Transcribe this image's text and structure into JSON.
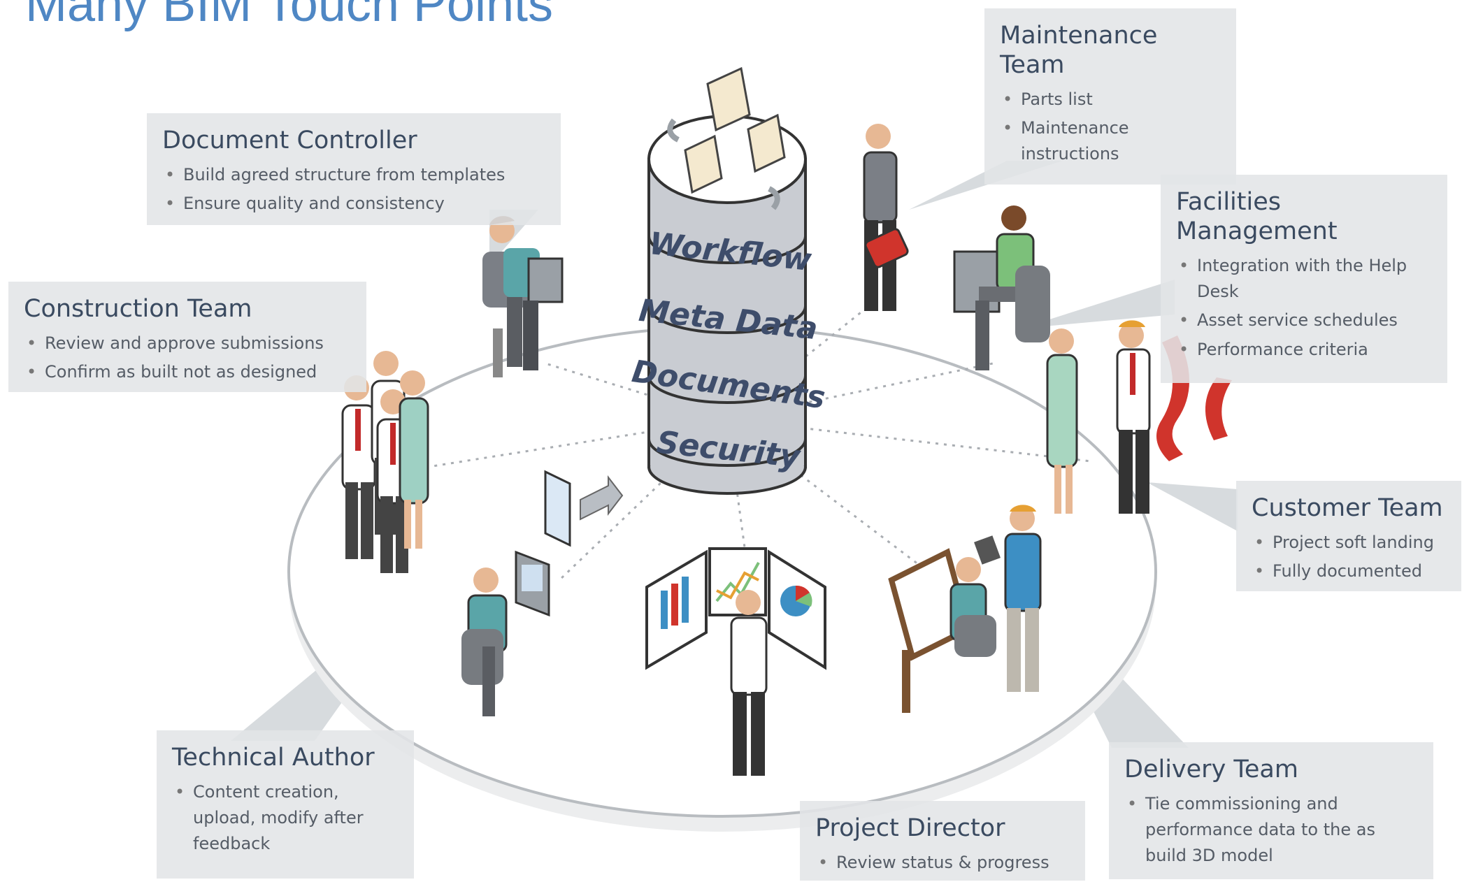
{
  "title": "Many BIM Touch Points",
  "hub": {
    "layers": [
      "Workflow",
      "Meta Data",
      "Documents",
      "Security"
    ]
  },
  "roles": {
    "document_controller": {
      "heading": "Document Controller",
      "bullets": [
        "Build agreed structure from templates",
        "Ensure quality and consistency"
      ]
    },
    "construction_team": {
      "heading": "Construction Team",
      "bullets": [
        "Review and approve submissions",
        "Confirm as built not as designed"
      ]
    },
    "maintenance_team": {
      "heading": "Maintenance Team",
      "bullets": [
        "Parts list",
        "Maintenance instructions"
      ]
    },
    "facilities_management": {
      "heading": "Facilities Management",
      "bullets": [
        "Integration with the Help Desk",
        "Asset service schedules",
        "Performance criteria"
      ]
    },
    "customer_team": {
      "heading": "Customer Team",
      "bullets": [
        "Project soft landing",
        "Fully documented"
      ]
    },
    "technical_author": {
      "heading": "Technical Author",
      "bullets": [
        "Content creation, upload, modify after feedback"
      ]
    },
    "project_director": {
      "heading": "Project Director",
      "bullets": [
        "Review status & progress"
      ]
    },
    "delivery_team": {
      "heading": "Delivery Team",
      "bullets": [
        "Tie commissioning and performance data to the as build 3D model"
      ]
    }
  },
  "colors": {
    "title": "#4f87c4",
    "callout_bg": "#e2e5e7",
    "cylinder": "#c9ccd2",
    "teal_shirt": "#5aa5a8",
    "blue_shirt": "#3d8fc4",
    "green_shirt": "#7cc07a",
    "red_accent": "#d0342c"
  }
}
